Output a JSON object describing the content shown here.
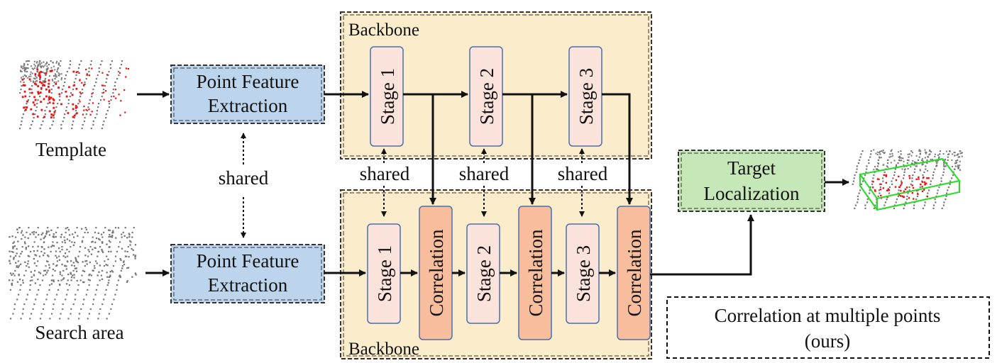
{
  "colors": {
    "blue_box": "#bcd5ec",
    "backbone_bg": "#fbeccb",
    "stage_box": "#fbe3dc",
    "corr_box": "#f7bd9c",
    "target_box": "#c6e7b7",
    "red_points": "#ee1111",
    "gray_points": "#777777",
    "green_bbox": "#22dd22"
  },
  "inputs": {
    "template_label": "Template",
    "search_label": "Search area"
  },
  "pfe": {
    "top_line1": "Point Feature",
    "top_line2": "Extraction",
    "bottom_line1": "Point Feature",
    "bottom_line2": "Extraction"
  },
  "shared_label": "shared",
  "backbone": {
    "top_title": "Backbone",
    "bottom_title": "Backbone",
    "stages_top": [
      "Stage 1",
      "Stage 2",
      "Stage 3"
    ],
    "stages_bottom": [
      "Stage 1",
      "Stage 2",
      "Stage 3"
    ],
    "corr_label": "Correlation",
    "shared_labels": [
      "shared",
      "shared",
      "shared"
    ]
  },
  "target": {
    "line1": "Target",
    "line2": "Localization"
  },
  "legend": {
    "line1": "Correlation at multiple points",
    "line2": "(ours)"
  },
  "icons": {
    "template_cloud": "template-pointcloud-icon",
    "search_cloud": "search-pointcloud-icon",
    "result_cloud": "result-pointcloud-icon"
  }
}
